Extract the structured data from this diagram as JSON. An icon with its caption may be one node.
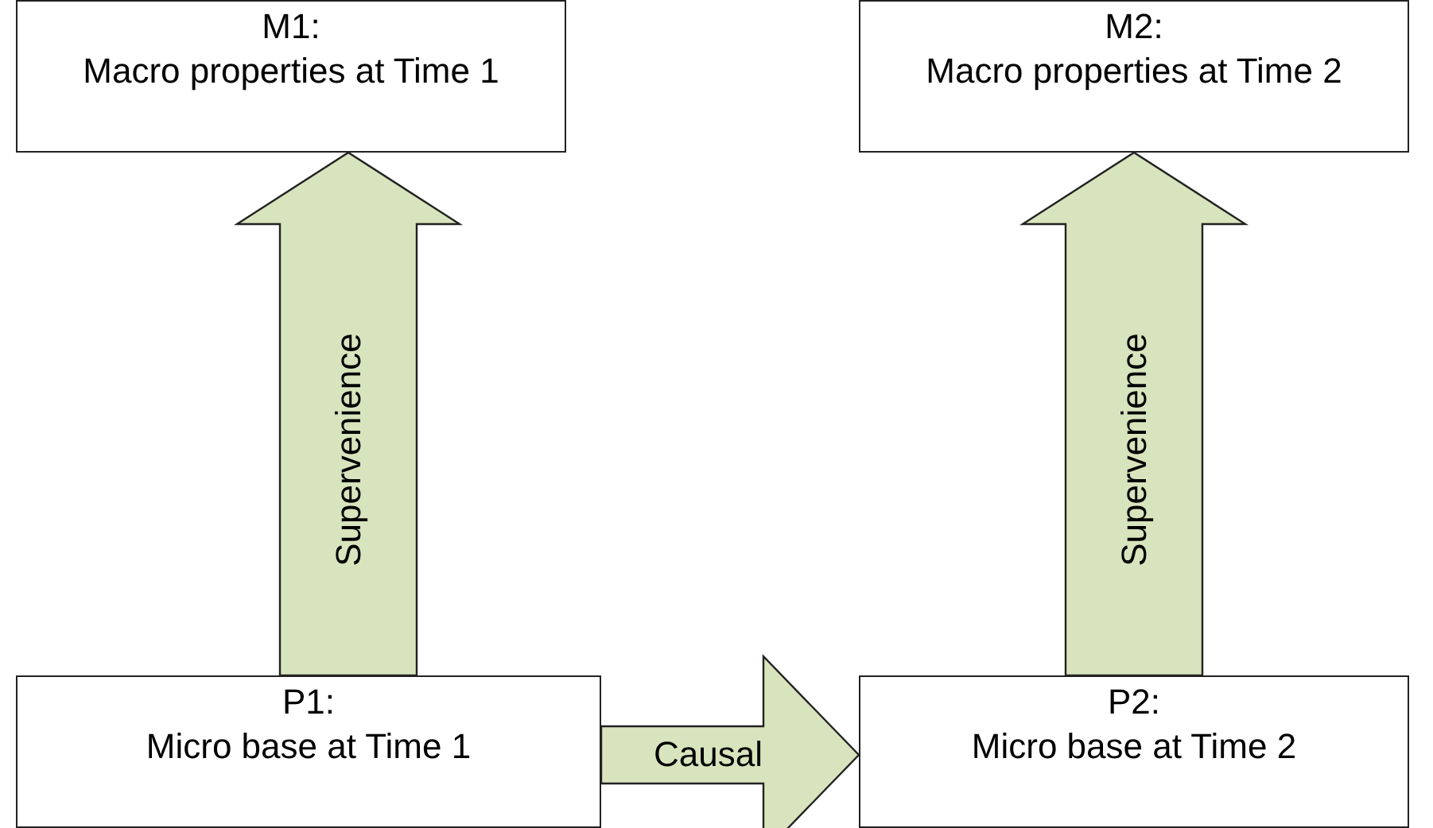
{
  "diagram": {
    "nodes": [
      {
        "text": [
          "M1:",
          "Macro properties at Time 1"
        ]
      },
      {
        "text": [
          "M2:",
          "Macro properties at Time 2"
        ]
      },
      {
        "text": [
          "P1:",
          "Micro base at Time 1"
        ]
      },
      {
        "text": [
          "P2:",
          "Micro base at Time 2"
        ]
      }
    ],
    "edges": [
      {
        "from": 2,
        "to": 0,
        "arrow": "to",
        "label": "Supervenience"
      },
      {
        "from": 3,
        "to": 1,
        "arrow": "to",
        "label": "Supervenience"
      },
      {
        "from": 2,
        "to": 3,
        "arrow": "to",
        "label": "Causal"
      }
    ]
  }
}
